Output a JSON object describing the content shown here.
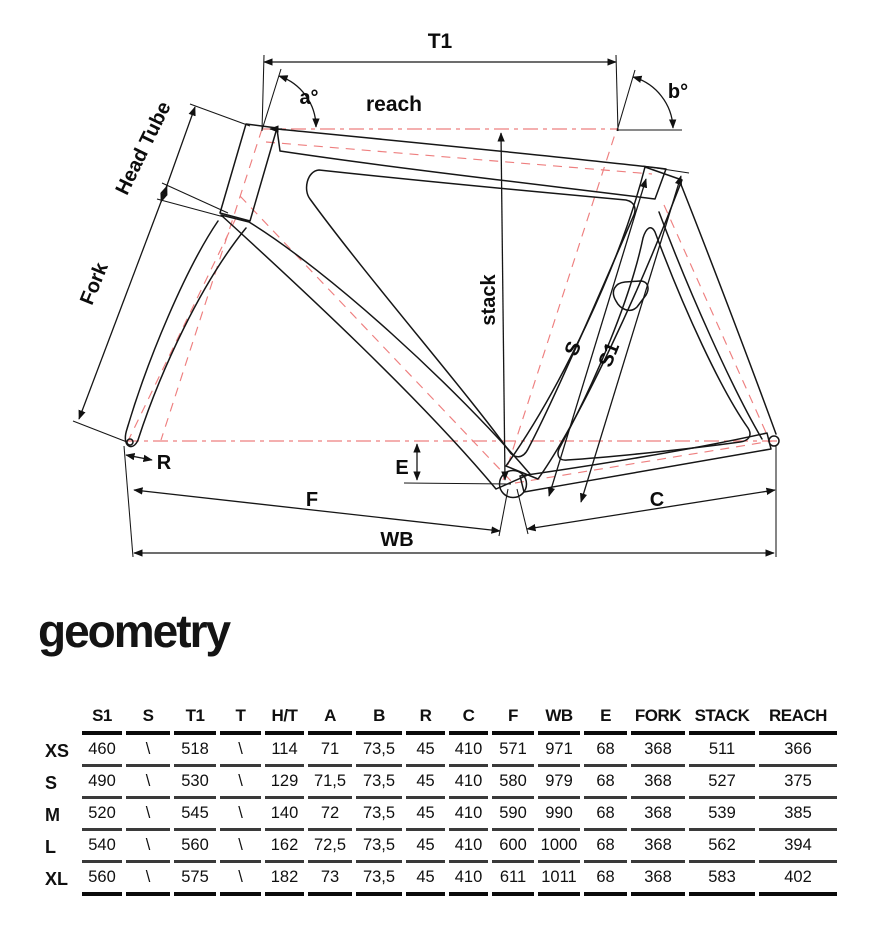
{
  "title": "geometry",
  "diagram": {
    "labels": {
      "t1": "T1",
      "a_angle": "a°",
      "b_angle": "b°",
      "reach": "reach",
      "head_tube": "Head Tube",
      "fork": "Fork",
      "stack": "stack",
      "s": "S",
      "s1": "S1",
      "r": "R",
      "e": "E",
      "f": "F",
      "c": "C",
      "wb": "WB"
    },
    "colors": {
      "outline": "#161616",
      "centerline": "#ee7f7f"
    }
  },
  "table": {
    "columns": [
      "S1",
      "S",
      "T1",
      "T",
      "H/T",
      "A",
      "B",
      "R",
      "C",
      "F",
      "WB",
      "E",
      "FORK",
      "STACK",
      "REACH"
    ],
    "rows": [
      {
        "size": "XS",
        "values": [
          "460",
          "\\",
          "518",
          "\\",
          "114",
          "71",
          "73,5",
          "45",
          "410",
          "571",
          "971",
          "68",
          "368",
          "511",
          "366"
        ]
      },
      {
        "size": "S",
        "values": [
          "490",
          "\\",
          "530",
          "\\",
          "129",
          "71,5",
          "73,5",
          "45",
          "410",
          "580",
          "979",
          "68",
          "368",
          "527",
          "375"
        ]
      },
      {
        "size": "M",
        "values": [
          "520",
          "\\",
          "545",
          "\\",
          "140",
          "72",
          "73,5",
          "45",
          "410",
          "590",
          "990",
          "68",
          "368",
          "539",
          "385"
        ]
      },
      {
        "size": "L",
        "values": [
          "540",
          "\\",
          "560",
          "\\",
          "162",
          "72,5",
          "73,5",
          "45",
          "410",
          "600",
          "1000",
          "68",
          "368",
          "562",
          "394"
        ]
      },
      {
        "size": "XL",
        "values": [
          "560",
          "\\",
          "575",
          "\\",
          "182",
          "73",
          "73,5",
          "45",
          "410",
          "611",
          "1011",
          "68",
          "368",
          "583",
          "402"
        ]
      }
    ]
  }
}
